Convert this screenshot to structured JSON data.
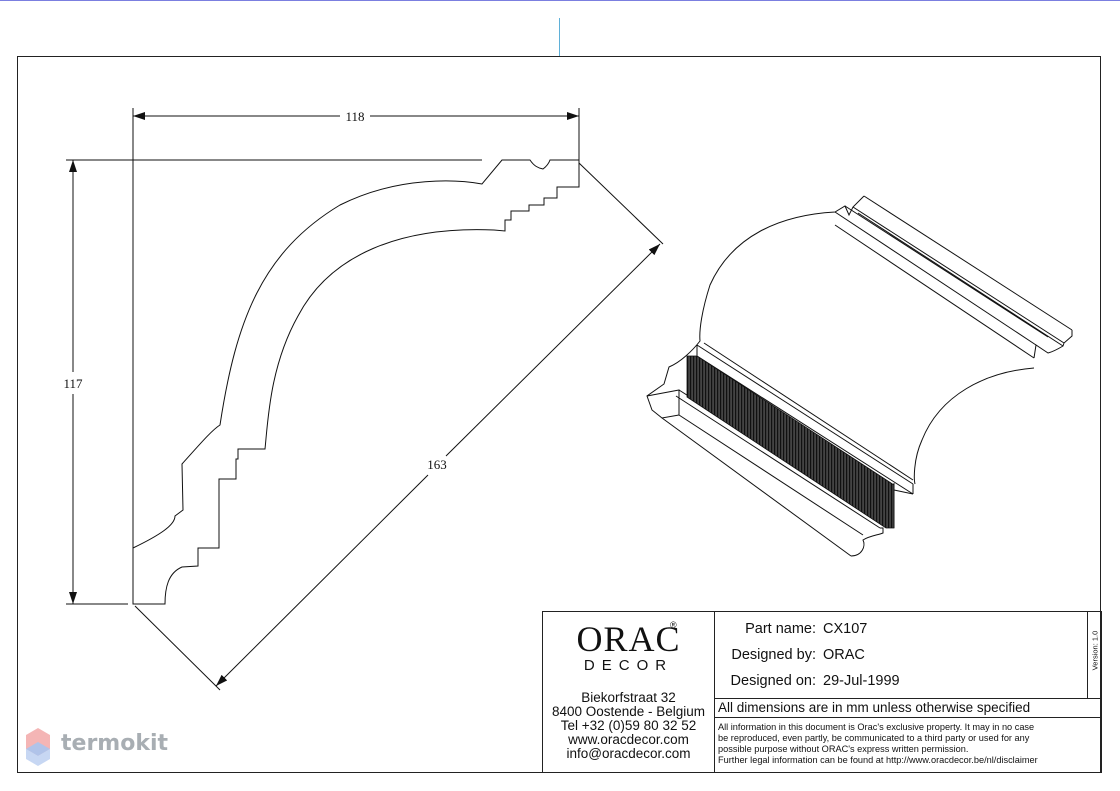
{
  "drawing": {
    "dimensions": {
      "width": "118",
      "height": "117",
      "diagonal": "163"
    }
  },
  "title_block": {
    "logo": {
      "word": "ORAC",
      "registered_mark": "®",
      "sub": "DECOR"
    },
    "address": {
      "street": "Biekorfstraat 32",
      "city": "8400 Oostende - Belgium",
      "tel": "Tel  +32 (0)59 80 32 52",
      "web": "www.oracdecor.com",
      "email": "info@oracdecor.com"
    },
    "part_name_label": "Part name:",
    "part_name": "CX107",
    "designed_by_label": "Designed by:",
    "designed_by": "ORAC",
    "designed_on_label": "Designed on:",
    "designed_on": "29-Jul-1999",
    "version": "Version: 1.0",
    "dimensions_note": "All dimensions are in mm unless otherwise specified",
    "legal": {
      "line1": "All information in this document is Orac's exclusive property.  It may in no case",
      "line2": "be reproduced, even partly, be communicated to a third party or used for any",
      "line3": "possible purpose without ORAC's express written permission.",
      "line4": "Further legal information can be found at http://www.oracdecor.be/nl/disclaimer"
    }
  },
  "watermark": {
    "text": "termokit",
    "icon": "hexagon-logo-icon"
  }
}
